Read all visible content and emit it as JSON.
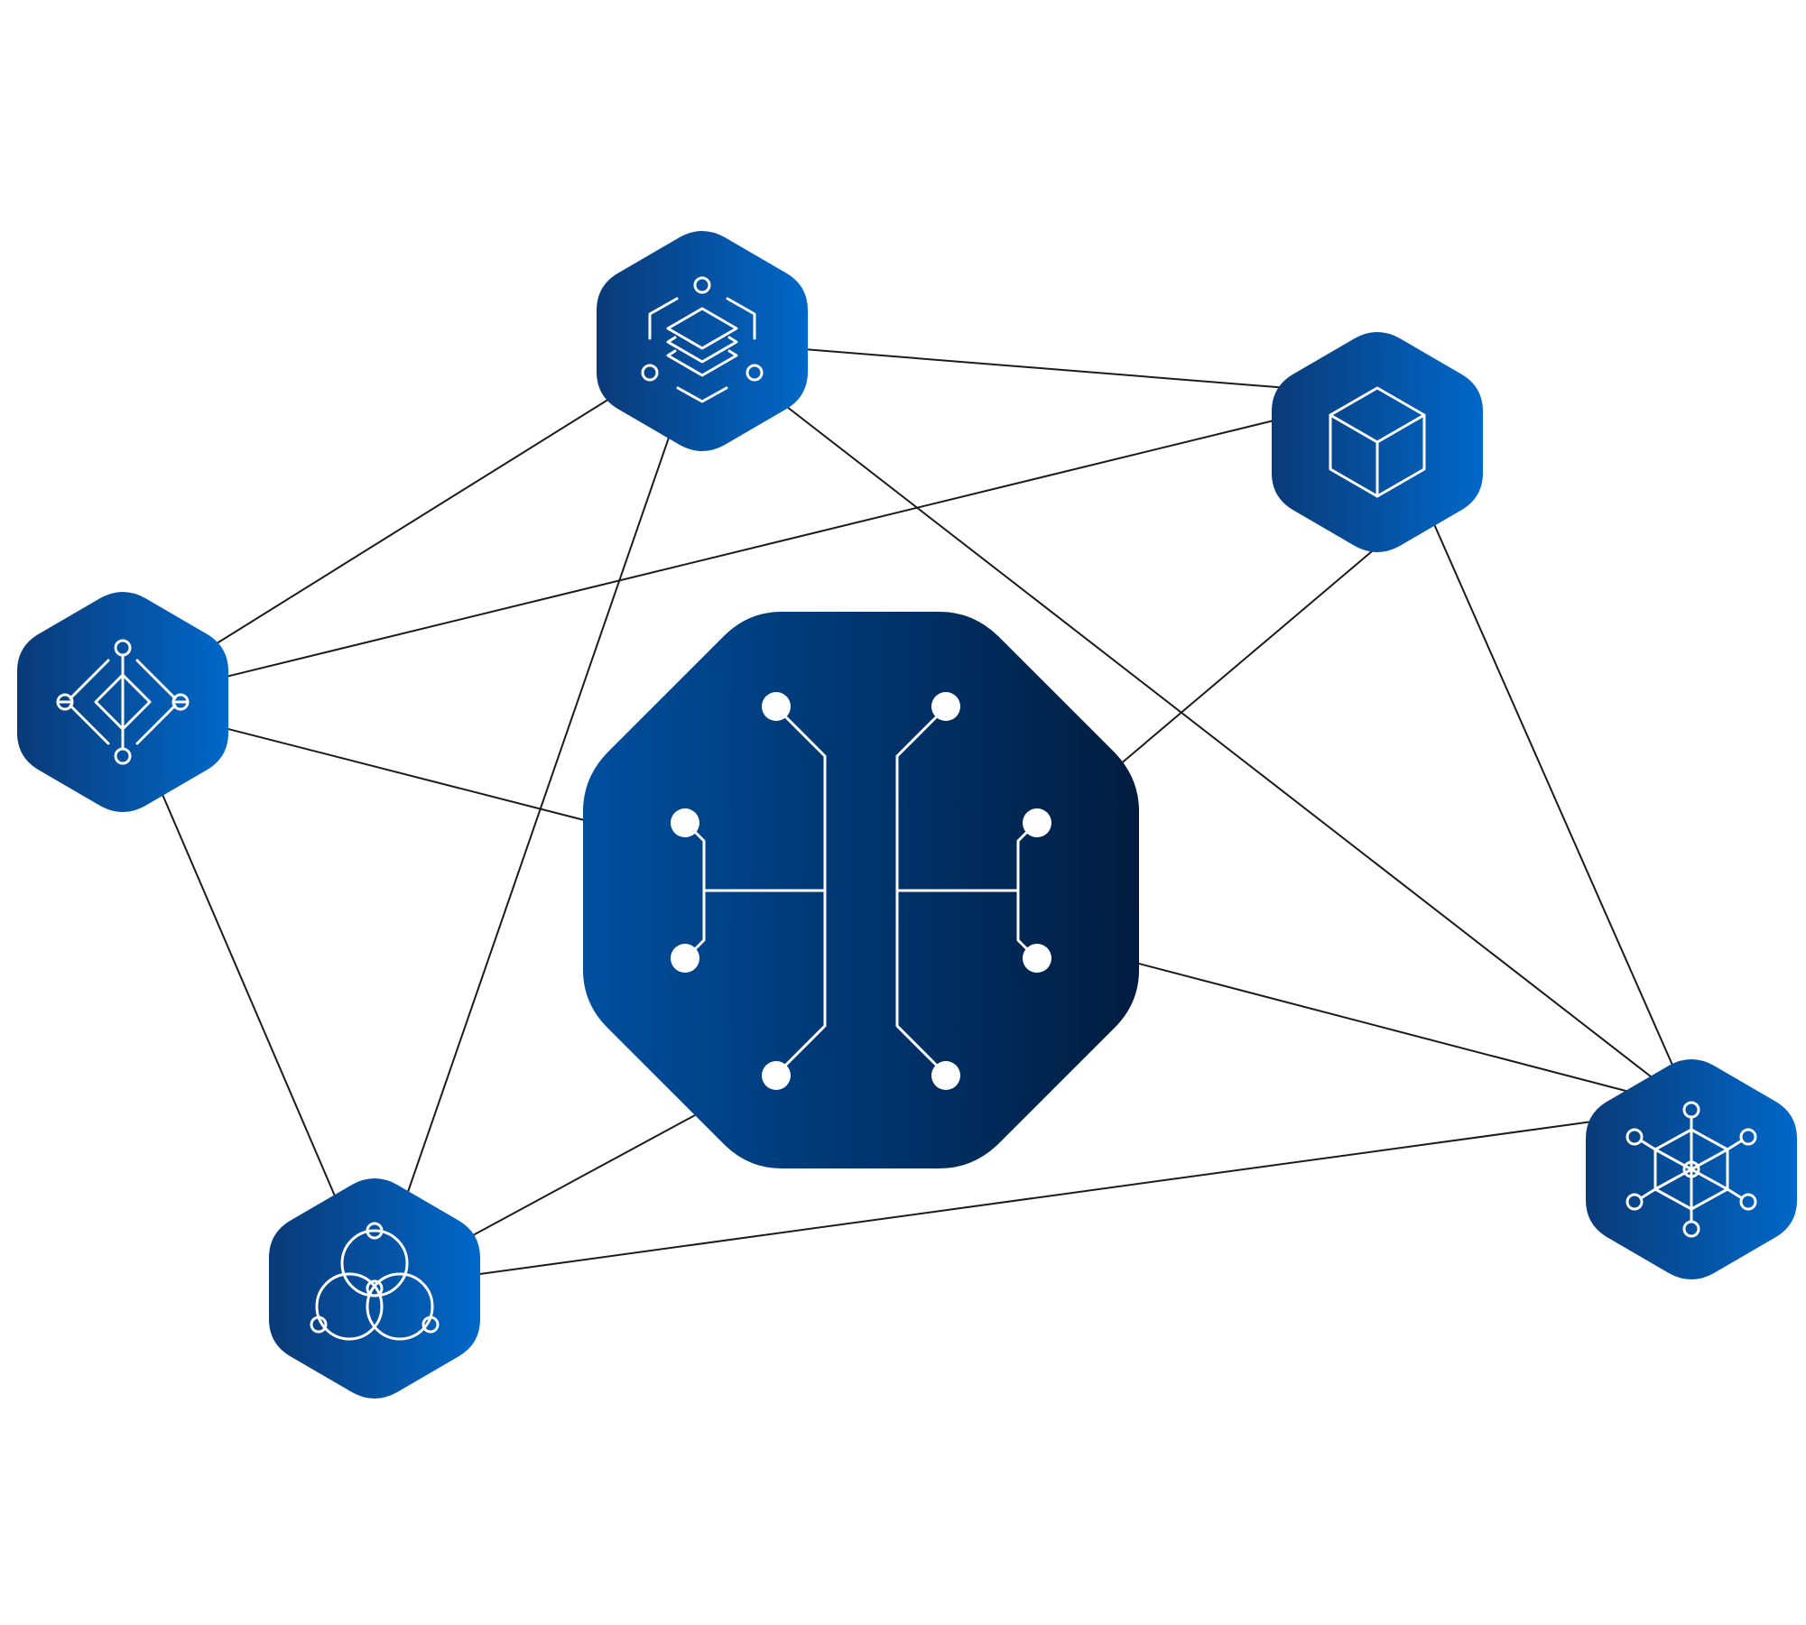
{
  "diagram": {
    "hub": {
      "icon": "circuit-tree-icon"
    },
    "nodes": [
      {
        "id": "layers",
        "icon": "stacked-layers-icon"
      },
      {
        "id": "cube",
        "icon": "cube-icon"
      },
      {
        "id": "diamond",
        "icon": "nested-diamond-network-icon"
      },
      {
        "id": "venn",
        "icon": "venn-circles-icon"
      },
      {
        "id": "hexnet",
        "icon": "hexagon-network-icon"
      }
    ],
    "edges": [
      [
        "layers",
        "cube"
      ],
      [
        "layers",
        "diamond"
      ],
      [
        "layers",
        "venn"
      ],
      [
        "layers",
        "hexnet"
      ],
      [
        "cube",
        "diamond"
      ],
      [
        "cube",
        "hub"
      ],
      [
        "cube",
        "hexnet"
      ],
      [
        "diamond",
        "hub"
      ],
      [
        "diamond",
        "venn"
      ],
      [
        "hub",
        "hexnet"
      ],
      [
        "hub",
        "venn"
      ],
      [
        "venn",
        "hexnet"
      ]
    ],
    "colors": {
      "node_gradient_start": "#0a3a78",
      "node_gradient_end": "#0068c9",
      "hub_gradient_start": "#004f9f",
      "hub_gradient_end": "#011c3f",
      "edge": "#1b1b1b",
      "glyph": "#ffffff",
      "background": "#ffffff"
    }
  }
}
